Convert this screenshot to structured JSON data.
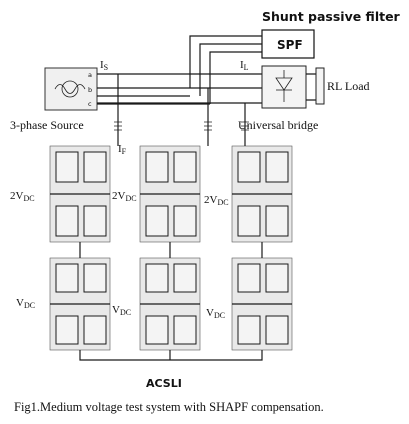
{
  "labels": {
    "shunt_title": "Shunt passive filter",
    "spf": "SPF",
    "is": "I",
    "is_sub": "S",
    "il": "I",
    "il_sub": "L",
    "if": "I",
    "if_sub": "F",
    "rl_load": "RL Load",
    "source": "3-phase Source",
    "bridge": "Universal bridge",
    "v2dc_1": "2V",
    "v2dc_2": "2V",
    "v2dc_3": "2V",
    "dc_sub": "DC",
    "vdc_1": "V",
    "vdc_2": "V",
    "vdc_3": "V",
    "phase_a": "a",
    "phase_b": "b",
    "phase_c": "c",
    "acsli": "ACSLI",
    "caption": "Fig1.Medium voltage test system with SHAPF compensation."
  }
}
